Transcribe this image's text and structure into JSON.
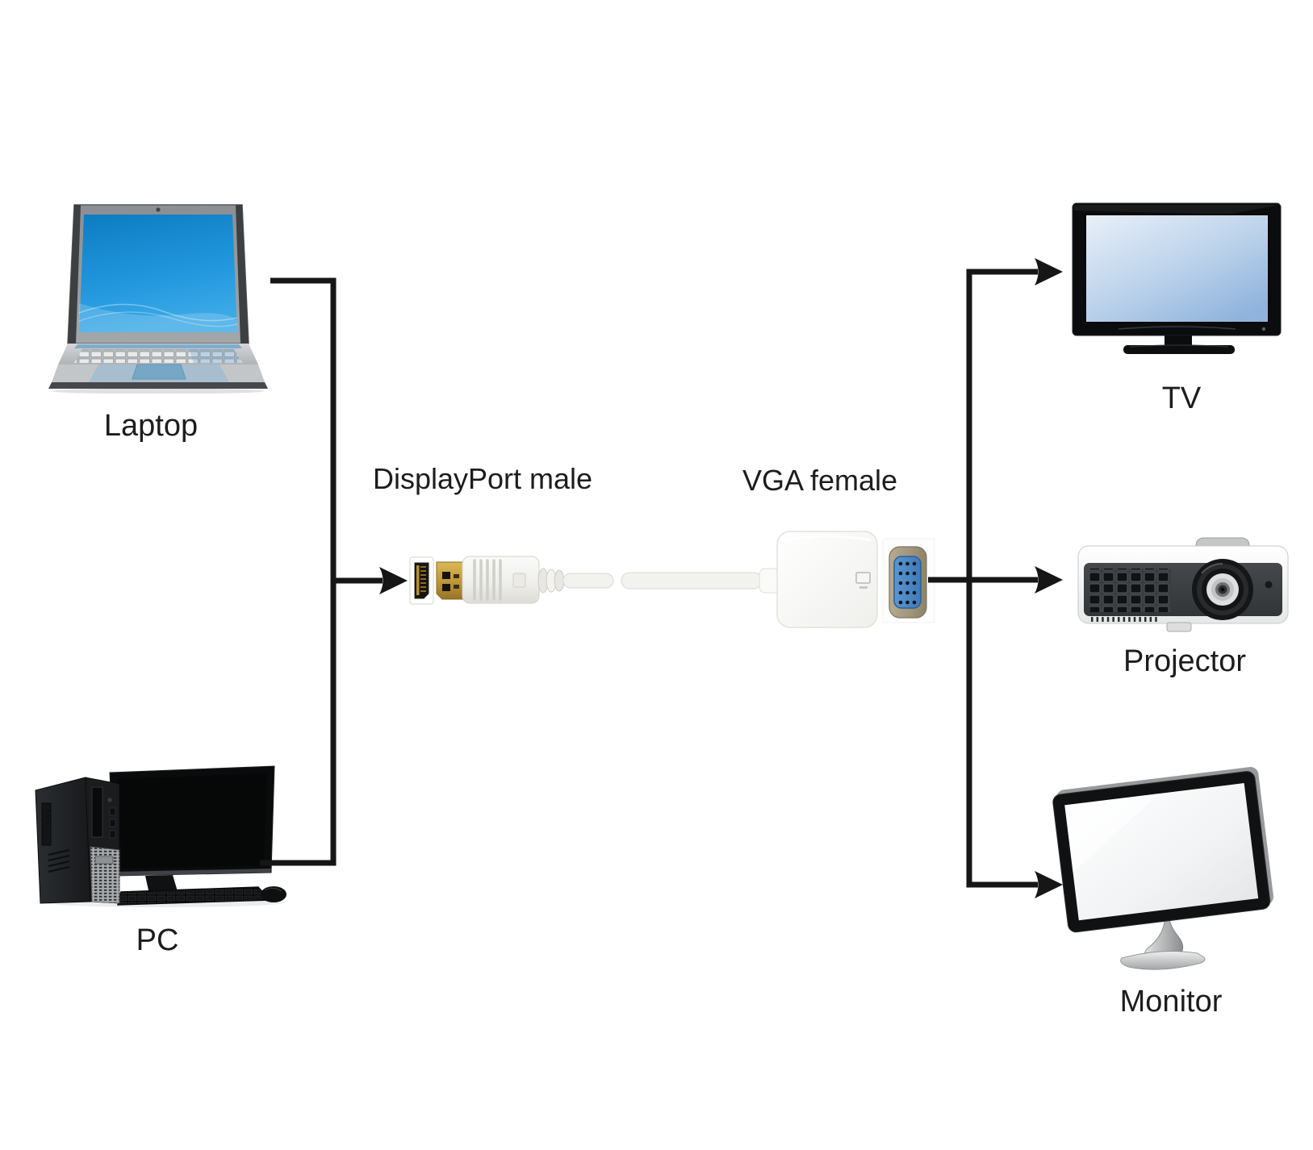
{
  "diagram": {
    "devices": {
      "laptop": {
        "label": "Laptop"
      },
      "pc": {
        "label": "PC"
      },
      "tv": {
        "label": "TV"
      },
      "projector": {
        "label": "Projector"
      },
      "monitor": {
        "label": "Monitor"
      }
    },
    "adapter": {
      "displayport_label": "DisplayPort male",
      "vga_label": "VGA female"
    },
    "colors": {
      "connection_line": "#161616",
      "label_text": "#1d1d1f",
      "laptop_screen_blue": "#1a8fd1",
      "tv_screen_blue": "#bcd2ea",
      "vga_connector_blue": "#4f8cc9",
      "vga_shell_tan": "#a89e85",
      "dp_plug_gold": "#c7a043",
      "adapter_body_white": "#fbfbfa"
    }
  }
}
